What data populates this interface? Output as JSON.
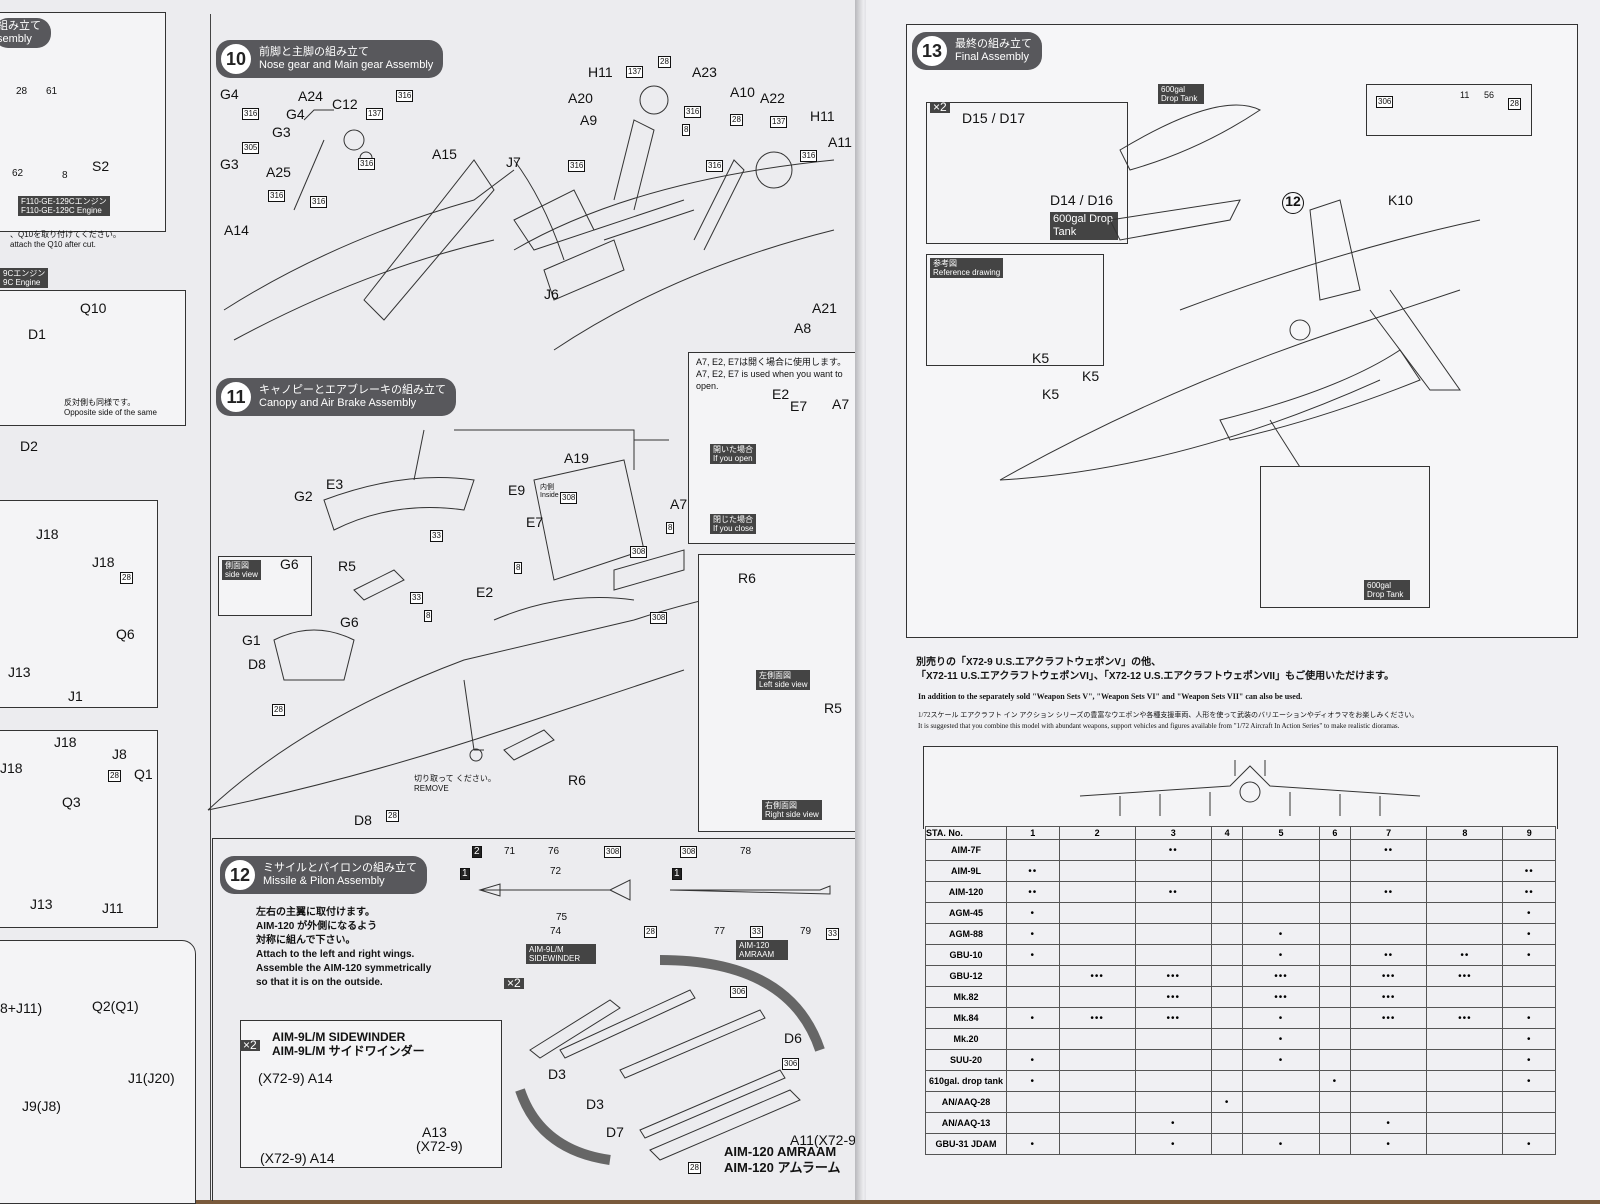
{
  "left_edge": {
    "title_fragment": "組み立て",
    "title_fragment_en": "sembly",
    "engine_label_jp": "F110-GE-129Cエンジン",
    "engine_label_en": "F110-GE-129C Engine",
    "engine_note": "、Q10を取り付けてください。",
    "engine_note_en": "attach the Q10 after cut.",
    "engine_tag_jp": "9Cエンジン",
    "engine_tag_en": "9C Engine",
    "labels": [
      "28",
      "61",
      "S2",
      "62",
      "8",
      "Q10",
      "D1",
      "D2",
      "J18",
      "J18",
      "28",
      "Q6",
      "J13",
      "J1",
      "J18",
      "J8",
      "Q1",
      "J18",
      "Q3",
      "28",
      "J13",
      "J11",
      "8+J11)",
      "Q2(Q1)",
      "J1(J20)",
      "J9(J8)"
    ],
    "opposite_jp": "反対側も同様です。",
    "opposite_en": "Opposite side of the same"
  },
  "step10": {
    "num": "10",
    "title_jp": "前脚と主脚の組み立て",
    "title_en": "Nose gear and Main gear Assembly",
    "labels": [
      "G4",
      "G4",
      "316",
      "A24",
      "C12",
      "316",
      "137",
      "G3",
      "305",
      "G3",
      "A25",
      "A15",
      "316",
      "316",
      "316",
      "A14",
      "J7",
      "H11",
      "137",
      "28",
      "A23",
      "A20",
      "A10",
      "A22",
      "A9",
      "28",
      "316",
      "H11",
      "137",
      "316",
      "A11",
      "316",
      "316",
      "8",
      "J6",
      "A21",
      "A8"
    ]
  },
  "step11": {
    "num": "11",
    "title_jp": "キャノピーとエアブレーキの組み立て",
    "title_en": "Canopy and Air Brake Assembly",
    "labels": [
      "A19",
      "E3",
      "G2",
      "E9",
      "E7",
      "A7",
      "8",
      "33",
      "308",
      "308",
      "8",
      "G6",
      "R5",
      "33",
      "E2",
      "8",
      "308",
      "G6",
      "G1",
      "D8",
      "28",
      "R6",
      "D8",
      "28"
    ],
    "inside_jp": "内側",
    "inside_en": "Inside",
    "side_view_jp": "側面図",
    "side_view_en": "side view",
    "remove_jp": "切り取って ください。",
    "remove_en": "REMOVE",
    "open_note_jp": "A7, E2, E7は開く場合に使用します。",
    "open_note_en": "A7, E2, E7 is used when you want to open.",
    "open_labels": [
      "E2",
      "E7",
      "A7"
    ],
    "if_open_jp": "開いた場合",
    "if_open_en": "If you open",
    "if_close_jp": "閉じた場合",
    "if_close_en": "If you close",
    "left_view_jp": "左側面図",
    "left_view_en": "Left side view",
    "right_view_jp": "右側面図",
    "right_view_en": "Right side view",
    "view_labels": [
      "R6",
      "R5"
    ]
  },
  "step12": {
    "num": "12",
    "title_jp": "ミサイルとパイロンの組み立て",
    "title_en": "Missile & Pilon Assembly",
    "note_jp_1": "左右の主翼に取付けます。",
    "note_jp_2": "AIM-120 が外側になるよう",
    "note_jp_3": "対称に組んで下さい。",
    "note_en_1": "Attach to the left and right wings.",
    "note_en_2": "Assemble the AIM-120 symmetrically",
    "note_en_3": "so that it is on the outside.",
    "sidewinder_tag": "AIM-9L/M SIDEWINDER",
    "amraam_tag": "AIM-120 AMRAAM",
    "decal_labels": [
      "2",
      "71",
      "76",
      "72",
      "308",
      "1",
      "75",
      "74",
      "28",
      "308",
      "78",
      "1",
      "77",
      "33",
      "79",
      "33"
    ],
    "x2": "×2",
    "box_title_en": "AIM-9L/M SIDEWINDER",
    "box_title_jp": "AIM-9L/M サイドワインダー",
    "box_labels": [
      "(X72-9) A14",
      "A13",
      "(X72-9)",
      "(X72-9) A14"
    ],
    "assy_labels": [
      "306",
      "D6",
      "D3",
      "306",
      "D3",
      "D7",
      "28"
    ],
    "a11": "A11(X72-9)",
    "amraam_en": "AIM-120 AMRAAM",
    "amraam_jp": "AIM-120 アムラーム"
  },
  "step13": {
    "num": "13",
    "title_jp": "最終の組み立て",
    "title_en": "Final Assembly",
    "x2": "×2",
    "tank_parts": "D15 / D17",
    "tank_parts2": "D14 / D16",
    "tank_tag": "600gal Drop Tank",
    "ref_jp": "参考図",
    "ref_en": "Reference drawing",
    "labels": [
      "K5",
      "K5",
      "K5",
      "K10",
      "12",
      "306",
      "11",
      "56",
      "28"
    ],
    "drop_tank_small": "600gal Drop Tank"
  },
  "notes": {
    "jp_line1": "別売りの「X72-9 U.S.エアクラフトウェポンV」の他、",
    "jp_line2": "「X72-11 U.S.エアクラフトウェポンVI」、「X72-12 U.S.エアクラフトウェポンVII」もご使用いただけます。",
    "en_line": "In addition to the separately sold \"Weapon Sets V\", \"Weapon Sets VI\" and \"Weapon Sets VII\" can also be used.",
    "jp_line3": "1/72スケール エアクラフト イン アクション シリーズの豊富なウエポンや各種支援車両、人形を使って武装のバリエーションやディオラマをお楽しみください。",
    "en_line2": "It is suggested that you combine this model with abundant weapons, support vehicles and figures available from \"1/72 Aircraft In Action Series\" to make realistic dioramas."
  },
  "table": {
    "header": "STA. No.",
    "stations": [
      "1",
      "2",
      "3",
      "4",
      "5",
      "6",
      "7",
      "8",
      "9"
    ],
    "rows": [
      {
        "name": "AIM-7F",
        "cells": [
          "",
          "",
          "••",
          "",
          "",
          "",
          "••",
          "",
          ""
        ]
      },
      {
        "name": "AIM-9L",
        "cells": [
          "••",
          "",
          "",
          "",
          "",
          "",
          "",
          "",
          "••"
        ]
      },
      {
        "name": "AIM-120",
        "cells": [
          "••",
          "",
          "••",
          "",
          "",
          "",
          "••",
          "",
          "••"
        ]
      },
      {
        "name": "AGM-45",
        "cells": [
          "•",
          "",
          "",
          "",
          "",
          "",
          "",
          "",
          "•"
        ]
      },
      {
        "name": "AGM-88",
        "cells": [
          "•",
          "",
          "",
          "",
          "•",
          "",
          "",
          "",
          "•"
        ]
      },
      {
        "name": "GBU-10",
        "cells": [
          "•",
          "",
          "",
          "",
          "•",
          "",
          "••",
          "••",
          "•"
        ]
      },
      {
        "name": "GBU-12",
        "cells": [
          "",
          "•••",
          "•••",
          "",
          "•••",
          "",
          "•••",
          "•••",
          ""
        ]
      },
      {
        "name": "Mk.82",
        "cells": [
          "",
          "",
          "•••",
          "",
          "•••",
          "",
          "•••",
          "",
          ""
        ]
      },
      {
        "name": "Mk.84",
        "cells": [
          "•",
          "•••",
          "•••",
          "",
          "•",
          "",
          "•••",
          "•••",
          "•"
        ]
      },
      {
        "name": "Mk.20",
        "cells": [
          "",
          "",
          "",
          "",
          "•",
          "",
          "",
          "",
          "•"
        ]
      },
      {
        "name": "SUU-20",
        "cells": [
          "•",
          "",
          "",
          "",
          "•",
          "",
          "",
          "",
          "•"
        ]
      },
      {
        "name": "610gal. drop tank",
        "cells": [
          "•",
          "",
          "",
          "",
          "",
          "•",
          "",
          "",
          "•"
        ]
      },
      {
        "name": "AN/AAQ-28",
        "cells": [
          "",
          "",
          "",
          "•",
          "",
          "",
          "",
          "",
          ""
        ]
      },
      {
        "name": "AN/AAQ-13",
        "cells": [
          "",
          "",
          "•",
          "",
          "",
          "",
          "•",
          "",
          ""
        ]
      },
      {
        "name": "GBU-31 JDAM",
        "cells": [
          "•",
          "",
          "•",
          "",
          "•",
          "",
          "•",
          "",
          "•"
        ]
      }
    ]
  }
}
